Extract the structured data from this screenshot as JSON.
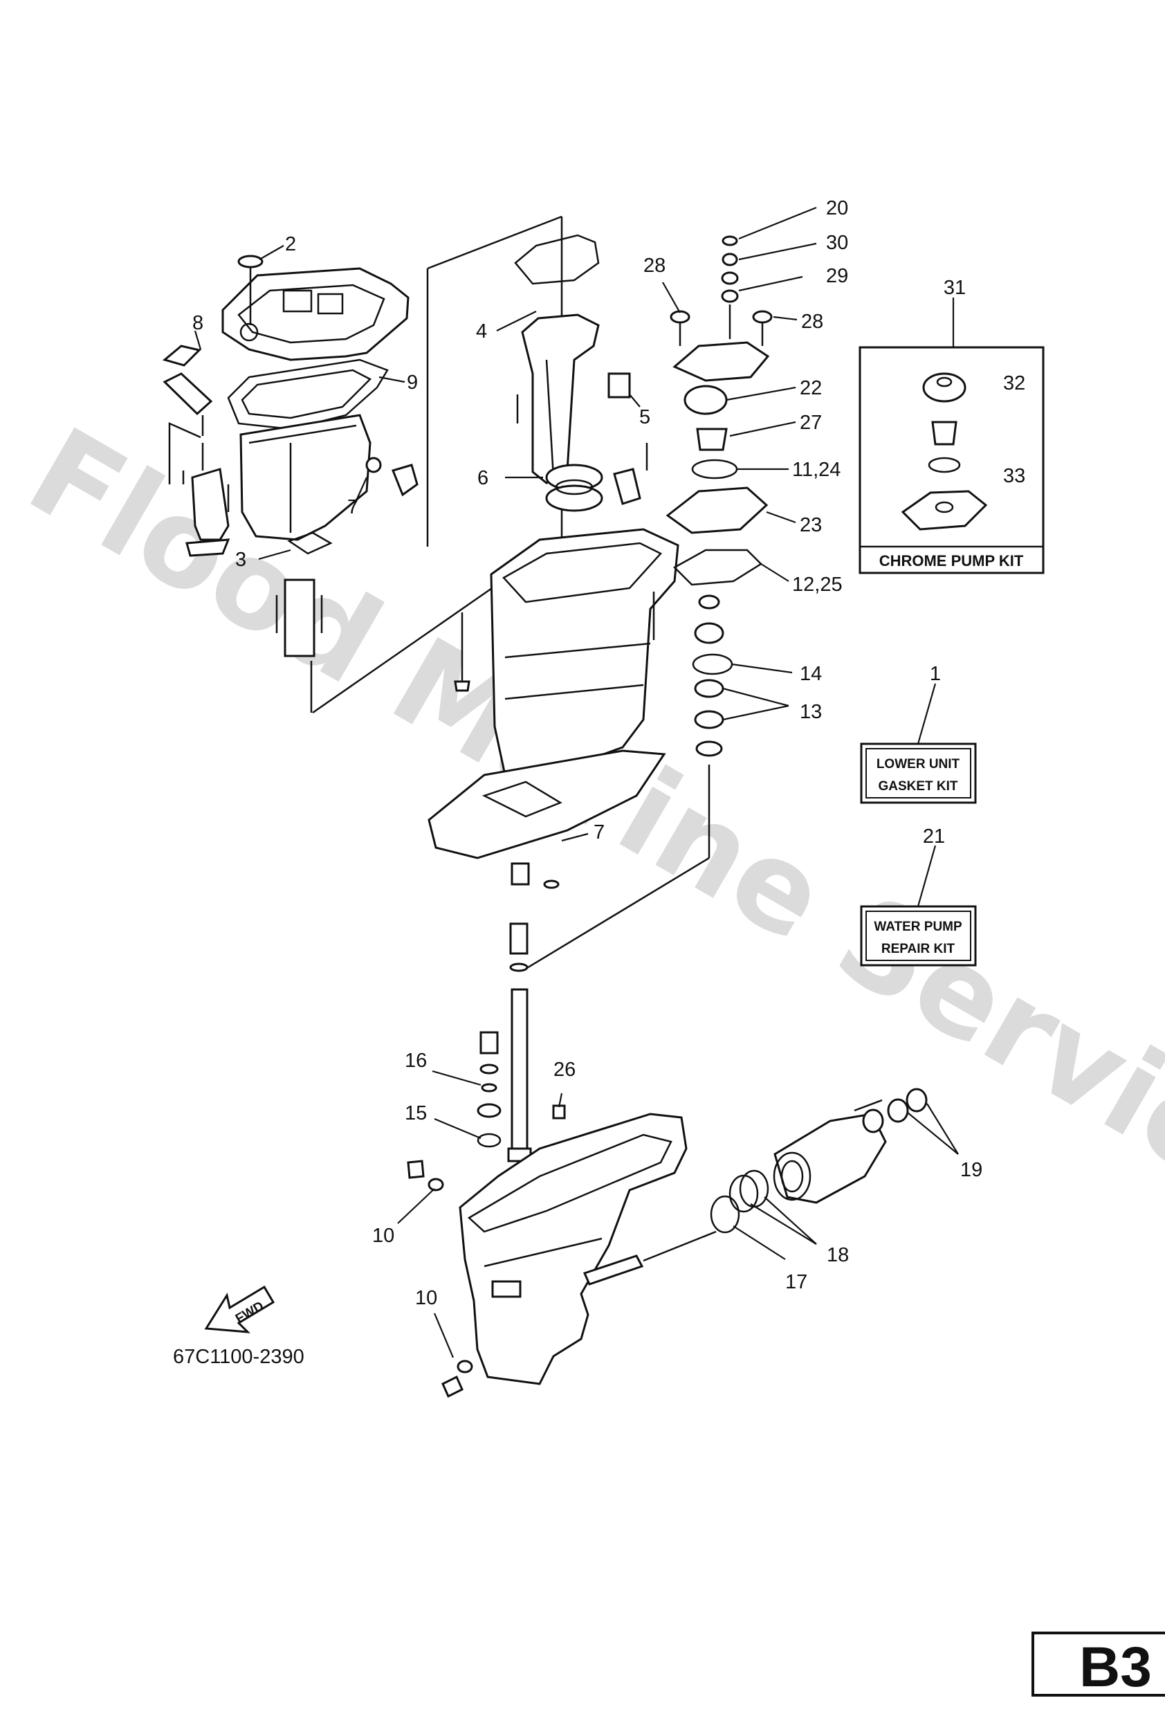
{
  "watermark": "Flood Marine Services",
  "labels": [
    "20",
    "30",
    "29",
    "28",
    "28",
    "2",
    "4",
    "8",
    "9",
    "5",
    "22",
    "27",
    "11,24",
    "23",
    "6",
    "7",
    "3",
    "12,25",
    "14",
    "13",
    "7",
    "16",
    "26",
    "15",
    "10",
    "10",
    "19",
    "18",
    "17"
  ],
  "kits": [
    {
      "number": "31",
      "name": "CHROME PUMP KIT",
      "parts": [
        "32",
        "33"
      ]
    },
    {
      "number": "1",
      "line1": "LOWER UNIT",
      "line2": "GASKET KIT"
    },
    {
      "number": "21",
      "line1": "WATER PUMP",
      "line2": "REPAIR KIT"
    }
  ],
  "direction_arrow": "FWD",
  "drawing_code": "67C1100-2390",
  "page_tag": "B3",
  "icons": [
    "fwd-arrow-icon"
  ]
}
